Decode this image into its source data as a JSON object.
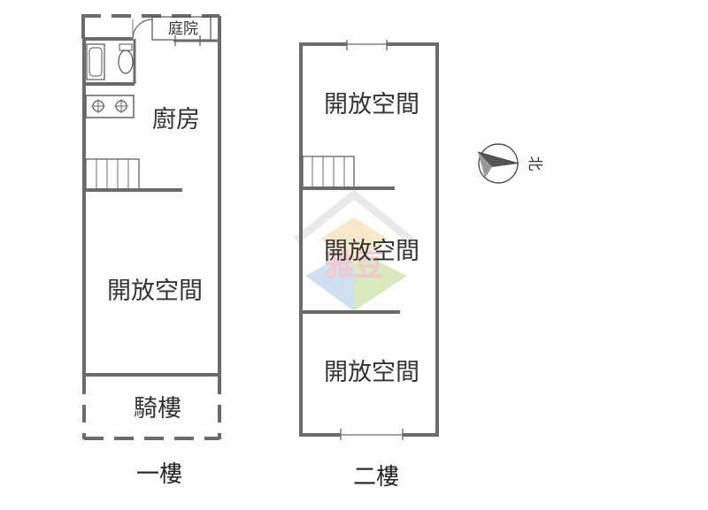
{
  "floor1": {
    "title": "一樓",
    "rooms": {
      "courtyard": "庭院",
      "kitchen": "廚房",
      "open_space": "開放空間",
      "arcade": "騎樓"
    }
  },
  "floor2": {
    "title": "二樓",
    "rooms": {
      "open_space_top": "開放空間",
      "open_space_mid": "開放空間",
      "open_space_bottom": "開放空間"
    }
  },
  "compass": {
    "label": "北"
  },
  "watermark": {
    "text": "雅豆"
  },
  "colors": {
    "wall": "#6b6b6b",
    "text": "#333333",
    "watermark_red": "#e8a0a6",
    "watermark_green": "#b9d98a",
    "watermark_blue": "#a9c8e8"
  }
}
